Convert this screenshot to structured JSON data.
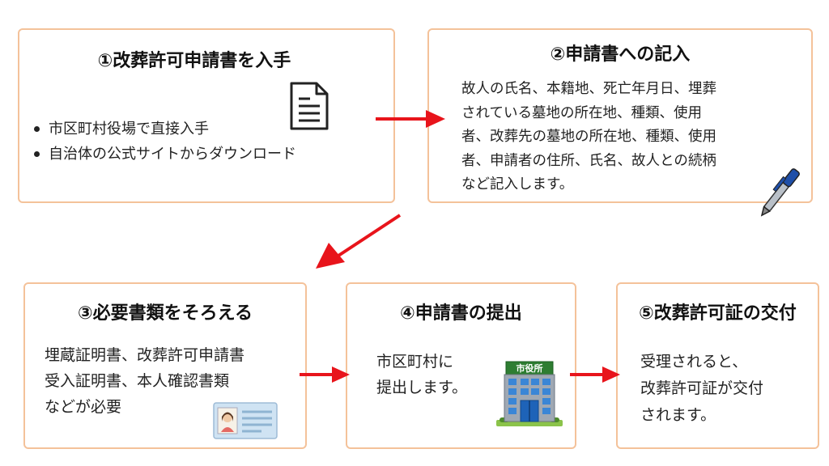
{
  "steps": [
    {
      "title": "①改葬許可申請書を入手",
      "items": [
        "市区町村役場で直接入手",
        "自治体の公式サイトからダウンロード"
      ]
    },
    {
      "title": "②申請書への記入",
      "lines": [
        "故人の氏名、本籍地、死亡年月日、埋葬",
        "されている墓地の所在地、種類、使用",
        "者、改葬先の墓地の所在地、種類、使用",
        "者、申請者の住所、氏名、故人との続柄",
        "など記入します。"
      ]
    },
    {
      "title": "③必要書類をそろえる",
      "lines": [
        "埋蔵証明書、改葬許可申請書",
        "受入証明書、本人確認書類",
        "などが必要"
      ]
    },
    {
      "title": "④申請書の提出",
      "lines": [
        "市区町村に",
        "提出します。"
      ],
      "building_sign": "市役所"
    },
    {
      "title": "⑤改葬許可証の交付",
      "lines": [
        "受理されると、",
        "改葬許可証が交付",
        "されます。"
      ]
    }
  ],
  "colors": {
    "arrow": "#e8141b",
    "border": "#f4c29a"
  }
}
